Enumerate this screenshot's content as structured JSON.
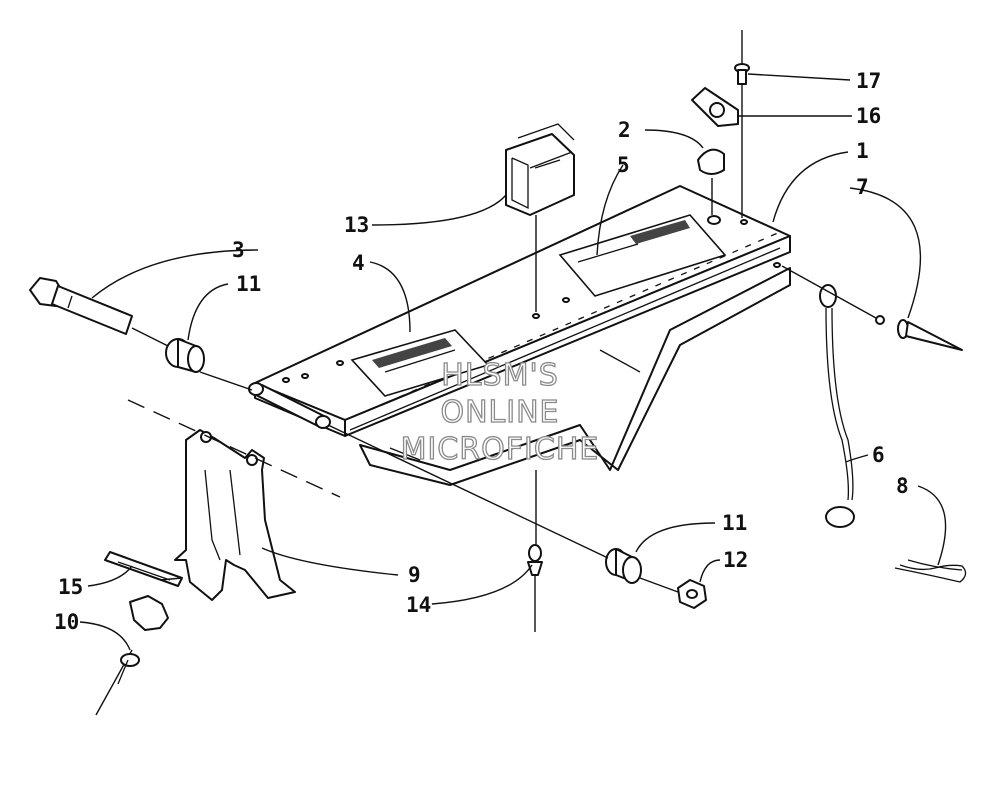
{
  "diagram": {
    "watermark": {
      "line1": "HLSM'S",
      "line2": "ONLINE",
      "line3": "MICROFICHE"
    },
    "callouts": [
      {
        "id": "c1",
        "label": "1"
      },
      {
        "id": "c2",
        "label": "2"
      },
      {
        "id": "c3",
        "label": "3"
      },
      {
        "id": "c4",
        "label": "4"
      },
      {
        "id": "c5",
        "label": "5"
      },
      {
        "id": "c6",
        "label": "6"
      },
      {
        "id": "c7",
        "label": "7"
      },
      {
        "id": "c8",
        "label": "8"
      },
      {
        "id": "c9",
        "label": "9"
      },
      {
        "id": "c10",
        "label": "10"
      },
      {
        "id": "c11a",
        "label": "11"
      },
      {
        "id": "c11b",
        "label": "11"
      },
      {
        "id": "c12",
        "label": "12"
      },
      {
        "id": "c13",
        "label": "13"
      },
      {
        "id": "c14",
        "label": "14"
      },
      {
        "id": "c15",
        "label": "15"
      },
      {
        "id": "c16",
        "label": "16"
      },
      {
        "id": "c17",
        "label": "17"
      }
    ]
  }
}
